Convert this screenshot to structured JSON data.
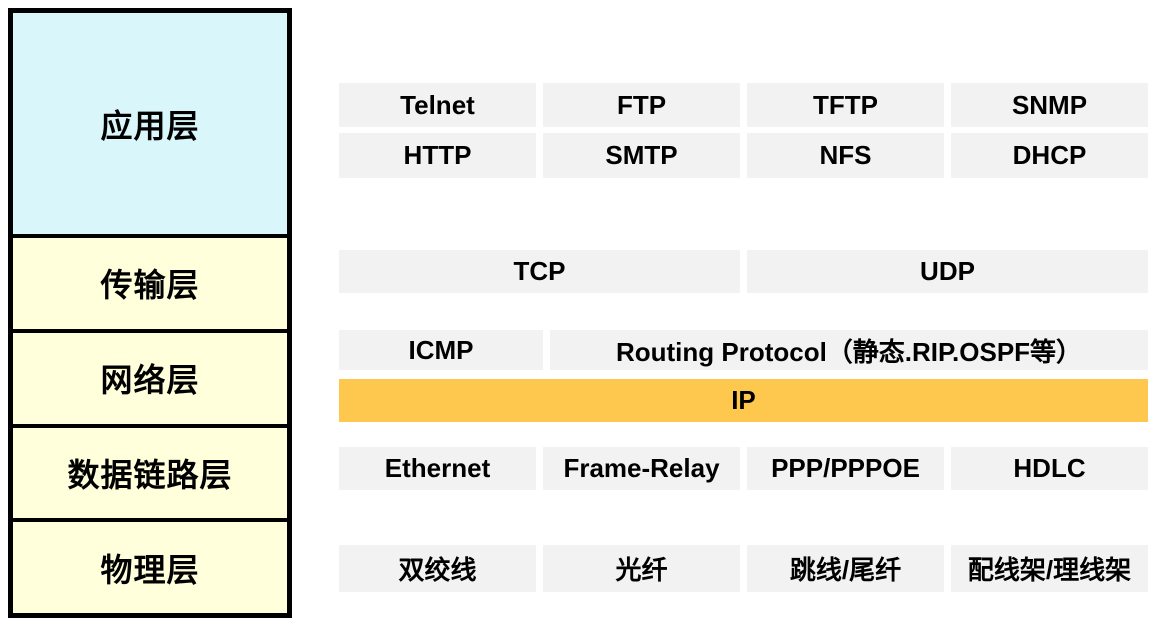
{
  "layers": {
    "application": "应用层",
    "transport": "传输层",
    "network": "网络层",
    "datalink": "数据链路层",
    "physical": "物理层"
  },
  "protocols": {
    "app_row1": [
      "Telnet",
      "FTP",
      "TFTP",
      "SNMP"
    ],
    "app_row2": [
      "HTTP",
      "SMTP",
      "NFS",
      "DHCP"
    ],
    "transport_row": [
      "TCP",
      "UDP"
    ],
    "network_row": [
      "ICMP",
      "Routing Protocol（静态.RIP.OSPF等）"
    ],
    "ip_label": "IP",
    "datalink_row": [
      "Ethernet",
      "Frame-Relay",
      "PPP/PPPOE",
      "HDLC"
    ],
    "physical_row": [
      "双绞线",
      "光纤",
      "跳线/尾纤",
      "配线架/理线架"
    ]
  },
  "colors": {
    "application_layer_bg": "#d9f6fb",
    "other_layers_bg": "#ffffdc",
    "protocol_box_bg": "#f2f2f2",
    "ip_bar_bg": "#fdc84d",
    "border": "#000000",
    "text": "#000000",
    "background": "#ffffff"
  }
}
